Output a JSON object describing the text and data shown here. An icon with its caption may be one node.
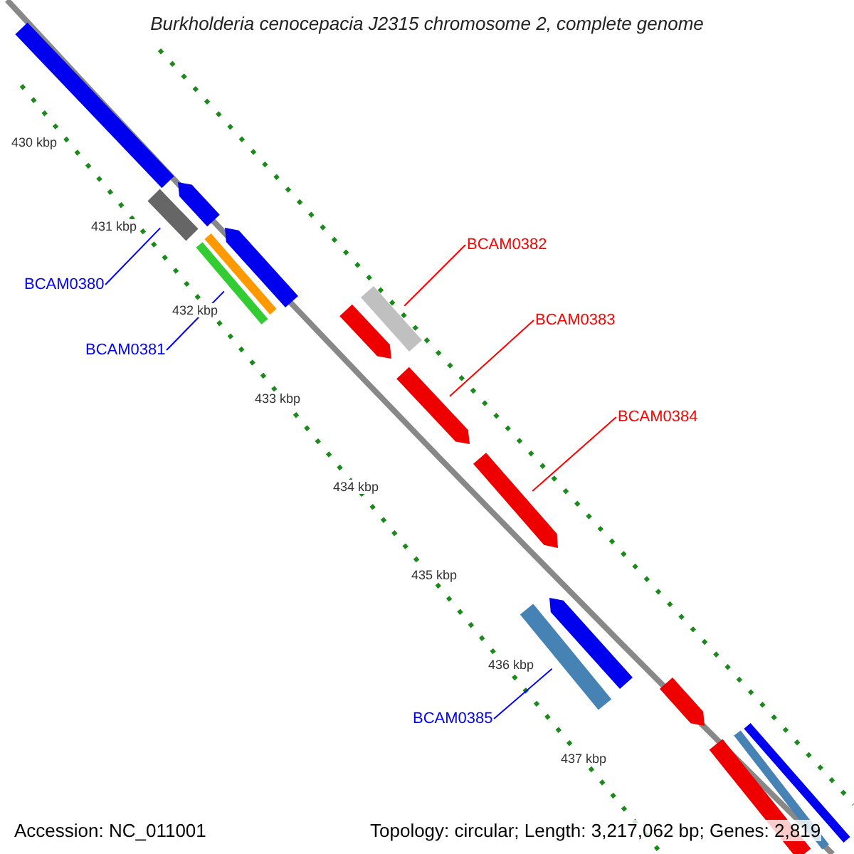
{
  "diagram": {
    "title": "Burkholderia cenocepacia J2315 chromosome 2, complete genome",
    "nodes": [
      {
        "text": [
          "BCAM0380"
        ]
      },
      {
        "text": [
          "BCAM0381"
        ]
      },
      {
        "text": [
          "BCAM0382"
        ]
      },
      {
        "text": [
          "BCAM0383"
        ]
      },
      {
        "text": [
          "BCAM0384"
        ]
      },
      {
        "text": [
          "BCAM0385"
        ]
      },
      {
        "text": [],
        "shape": "bar"
      },
      {
        "text": [],
        "shape": "bar"
      },
      {
        "text": [],
        "shape": "bar"
      },
      {
        "text": [],
        "shape": "bar"
      },
      {
        "text": [],
        "shape": "bar"
      },
      {
        "text": [],
        "shape": "bar"
      },
      {
        "text": [],
        "shape": "bar"
      },
      {
        "text": [],
        "shape": "bar"
      },
      {
        "text": [],
        "shape": "bar"
      },
      {
        "text": [],
        "shape": "bar"
      },
      {
        "text": [],
        "shape": "bar"
      },
      {
        "text": [],
        "shape": "bar"
      },
      {
        "text": [],
        "shape": "bar"
      },
      {
        "text": [],
        "shape": "bar"
      },
      {
        "text": [],
        "shape": "bar"
      },
      {
        "text": [],
        "shape": "bar"
      }
    ],
    "edges": [
      {
        "from": 0,
        "to": 8,
        "arrow": "none"
      },
      {
        "from": 1,
        "to": 11,
        "arrow": "none"
      },
      {
        "from": 2,
        "to": 12,
        "arrow": "none",
        "color": "#ff0000"
      },
      {
        "from": 3,
        "to": 14,
        "arrow": "none",
        "color": "#ff0000"
      },
      {
        "from": 4,
        "to": 15,
        "arrow": "none",
        "color": "#ff0000"
      },
      {
        "from": 5,
        "to": 17,
        "arrow": "none"
      }
    ],
    "labels": [
      "430 kbp",
      "431 kbp",
      "432 kbp",
      "433 kbp",
      "434 kbp",
      "435 kbp",
      "436 kbp",
      "437 kbp",
      "Accession: NC_011001",
      "Topology: circular; Length: 3,217,062 bp; Genes: 2,819"
    ]
  }
}
